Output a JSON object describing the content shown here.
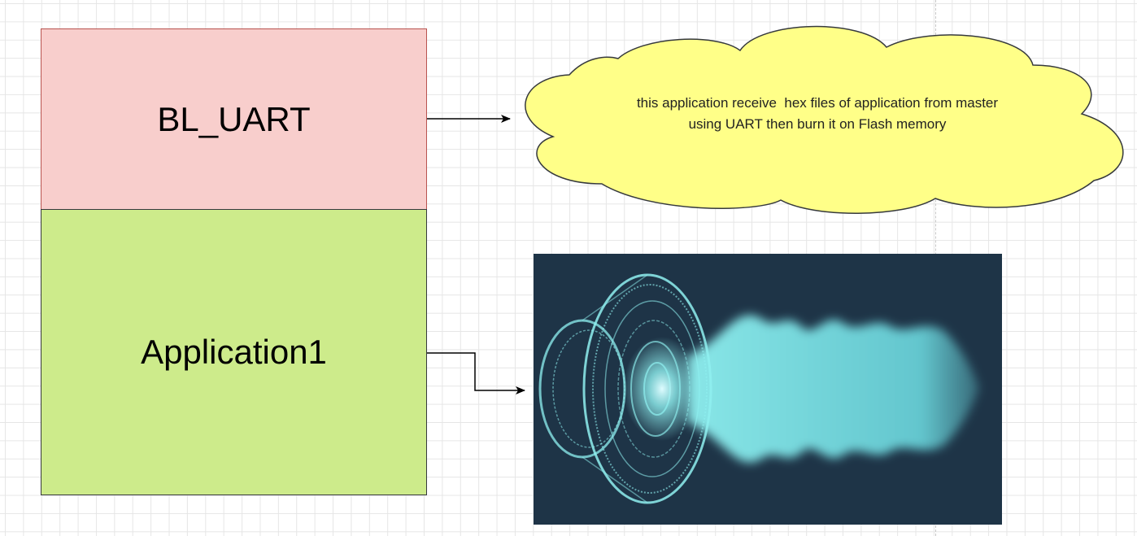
{
  "blocks": {
    "bootloader": {
      "label": "BL_UART",
      "fill": "#f8cecc",
      "stroke": "#b85450"
    },
    "application": {
      "label": "Application1",
      "fill": "#cdeb8b",
      "stroke": "#36393d"
    }
  },
  "callout": {
    "lines": [
      "this application receive  hex files of application from master",
      "using UART then burn it on Flash memory"
    ],
    "fill": "#ffff88",
    "stroke": "#36393d"
  },
  "image": {
    "icon": "speaker-sound-wave-icon",
    "background": "#1e3447",
    "glow": "#8ff0f0"
  },
  "canvas": {
    "grid": true,
    "background": "#ffffff"
  }
}
